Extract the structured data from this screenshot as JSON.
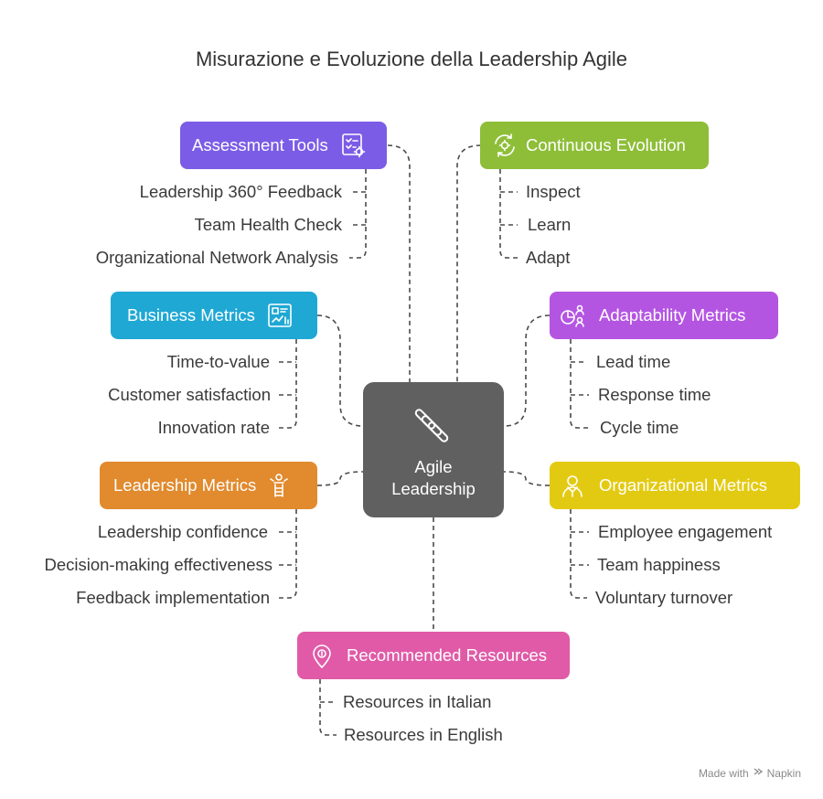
{
  "title": "Misurazione e Evoluzione della Leadership Agile",
  "center": {
    "label": "Agile Leadership",
    "icon": "agile-slashes-icon",
    "color": "#606060"
  },
  "categories": [
    {
      "id": "assessment",
      "label": "Assessment Tools",
      "color": "#7b5ce6",
      "icon": "assessment-checklist-icon",
      "items": [
        "Leadership 360° Feedback",
        "Team Health Check",
        "Organizational Network Analysis"
      ]
    },
    {
      "id": "evolution",
      "label": "Continuous Evolution",
      "color": "#8ebe38",
      "icon": "cycle-gear-icon",
      "items": [
        "Inspect",
        "Learn",
        "Adapt"
      ]
    },
    {
      "id": "business",
      "label": "Business Metrics",
      "color": "#1fa8d4",
      "icon": "dashboard-chart-icon",
      "items": [
        "Time-to-value",
        "Customer satisfaction",
        "Innovation rate"
      ]
    },
    {
      "id": "adaptability",
      "label": "Adaptability Metrics",
      "color": "#b455e2",
      "icon": "pie-people-icon",
      "items": [
        "Lead time",
        "Response time",
        "Cycle time"
      ]
    },
    {
      "id": "leadership",
      "label": "Leadership Metrics",
      "color": "#e18a2e",
      "icon": "person-ladder-icon",
      "items": [
        "Leadership confidence",
        "Decision-making effectiveness",
        "Feedback implementation"
      ]
    },
    {
      "id": "organizational",
      "label": "Organizational Metrics",
      "color": "#e3ca12",
      "icon": "person-badge-icon",
      "items": [
        "Employee engagement",
        "Team happiness",
        "Voluntary turnover"
      ]
    },
    {
      "id": "resources",
      "label": "Recommended Resources",
      "color": "#e05aa7",
      "icon": "location-pin-icon",
      "items": [
        "Resources in Italian",
        "Resources in English"
      ]
    }
  ],
  "footer": {
    "text": "Made with",
    "brand": "Napkin"
  }
}
